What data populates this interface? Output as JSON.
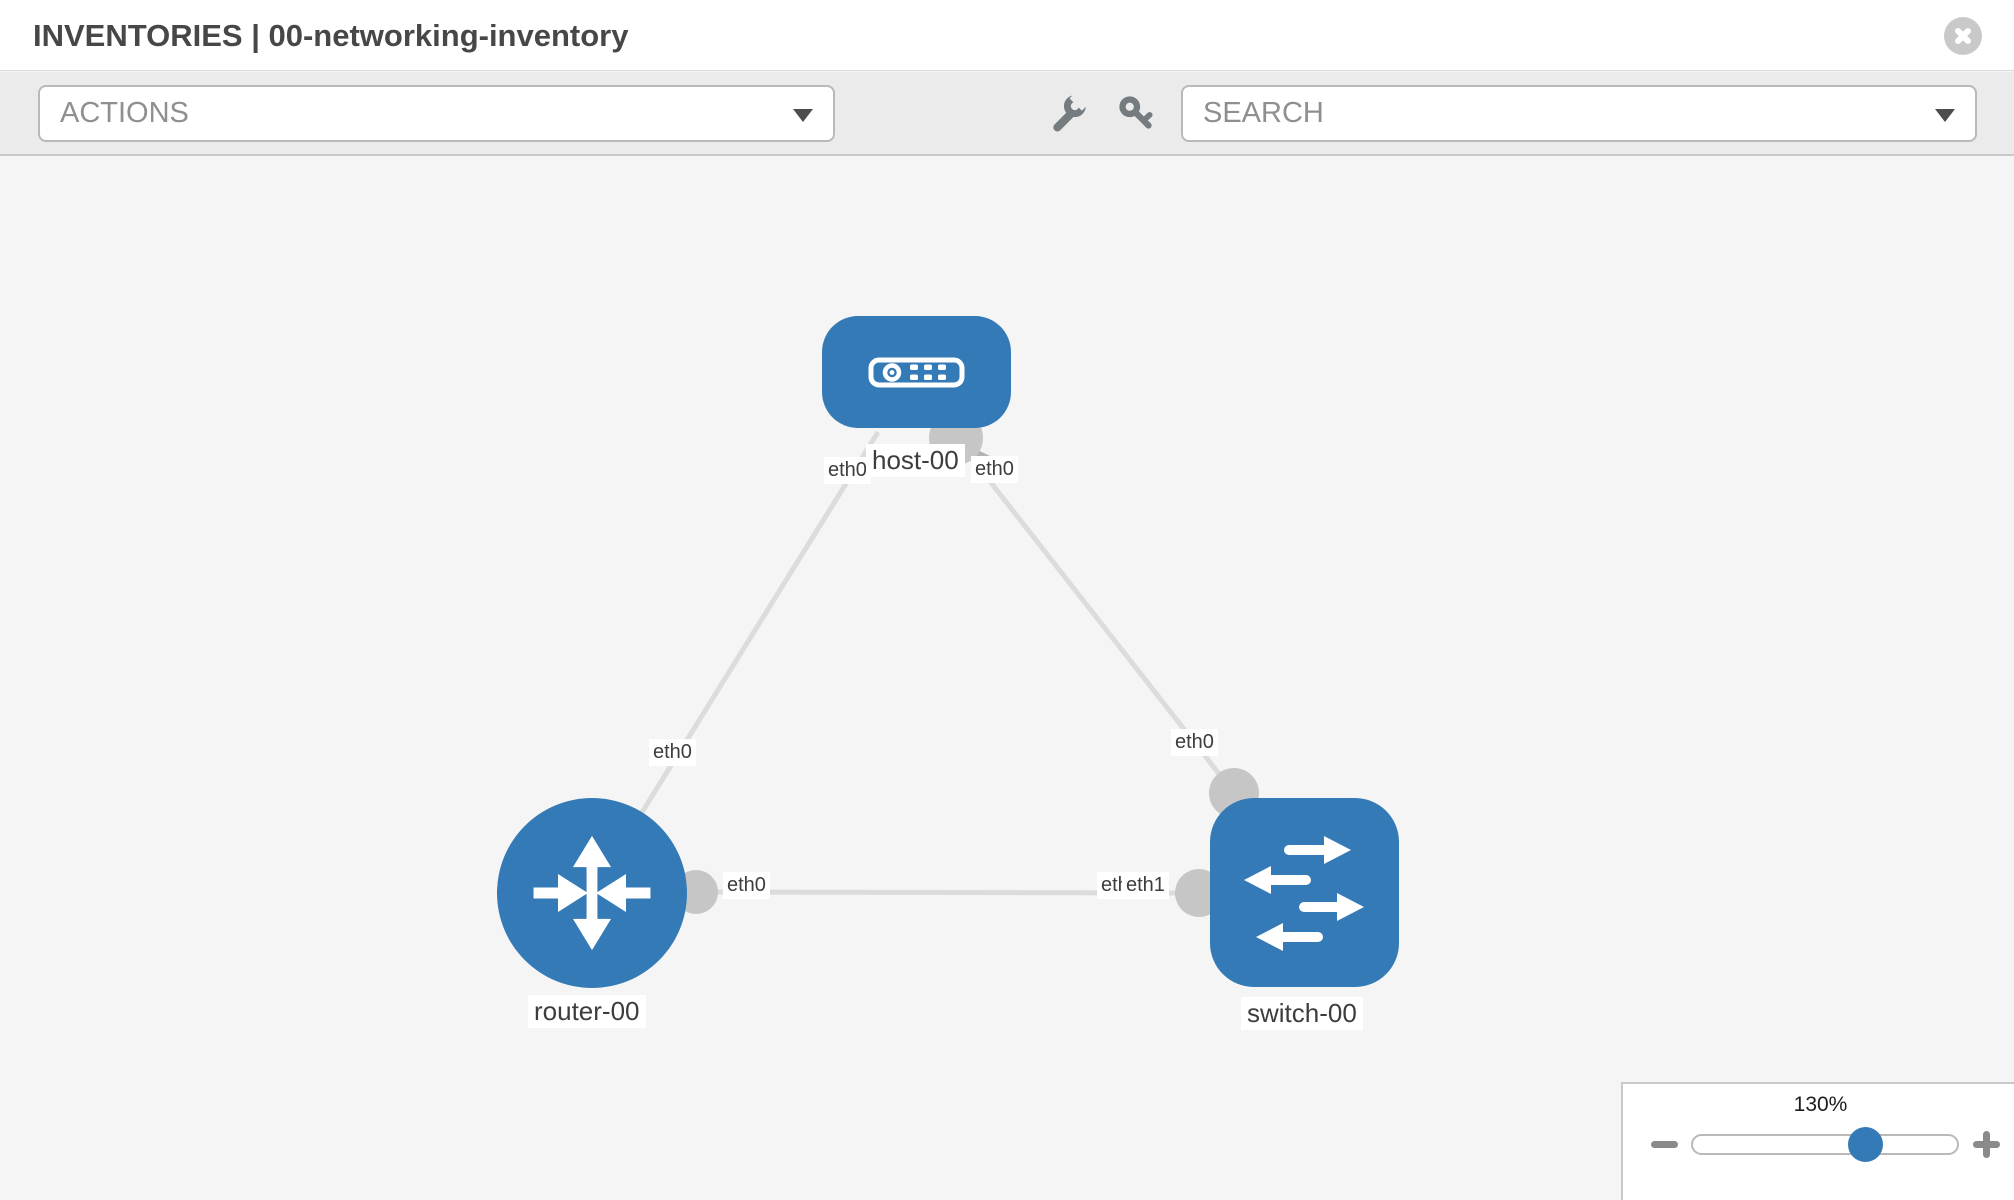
{
  "header": {
    "title": "INVENTORIES | 00-networking-inventory"
  },
  "toolbar": {
    "actions_label": "ACTIONS",
    "search_placeholder": "SEARCH"
  },
  "canvas": {
    "nodes": [
      {
        "id": "host-00",
        "type": "host",
        "label": "host-00"
      },
      {
        "id": "router-00",
        "type": "router",
        "label": "router-00"
      },
      {
        "id": "switch-00",
        "type": "switch",
        "label": "switch-00"
      }
    ],
    "links": [
      {
        "from": "host-00",
        "from_if": "eth0",
        "to": "router-00",
        "to_if": "eth0"
      },
      {
        "from": "host-00",
        "from_if": "eth0",
        "to": "switch-00",
        "to_if": "eth0"
      },
      {
        "from": "router-00",
        "from_if": "eth0",
        "to": "switch-00",
        "to_if": "eth1"
      }
    ],
    "interface_labels": {
      "host_left": "eth0",
      "host_right": "eth0",
      "router_top": "eth0",
      "router_right": "eth0",
      "switch_top": "eth0",
      "switch_left_back": "eth0",
      "switch_left_front": "eth1"
    }
  },
  "zoom_control": {
    "level": "130%"
  },
  "colors": {
    "node_blue": "#337ab7",
    "link_gray": "#dcdcdc",
    "port_gray": "#c6c6c6",
    "toolbar_bg": "#ebebeb",
    "canvas_bg": "#f5f5f5"
  }
}
